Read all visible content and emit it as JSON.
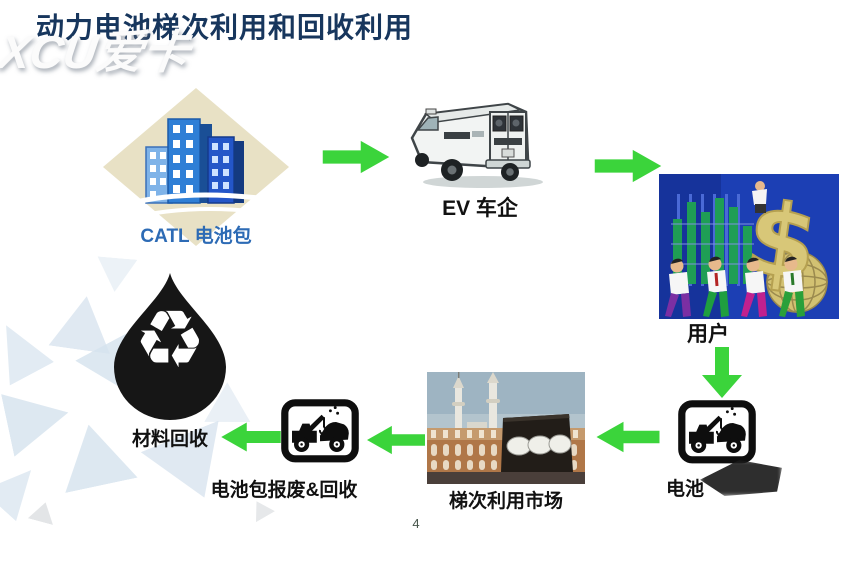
{
  "page": {
    "title": "动力电池梯次利用和回收利用",
    "watermark": "XCU爱卡",
    "page_number": "4"
  },
  "colors": {
    "title_navy": "#17365d",
    "arrow_green": "#3bd43b",
    "catl_label_blue": "#2d6bb5",
    "diamond_beige": "#e8e1c5",
    "droplet_black": "#161616",
    "users_photo_blue": "#1c3fb4",
    "background_triangles": "#d5e2ee"
  },
  "nodes": {
    "catl": {
      "label": "CATL 电池包",
      "icon": "city-buildings-icon"
    },
    "ev": {
      "label": "EV 车企",
      "icon": "delivery-van-sketch"
    },
    "users": {
      "label": "用户",
      "icon": "business-people-dollar-photo"
    },
    "battery_pack": {
      "label": "电池",
      "icon": "tow-truck-icon"
    },
    "market": {
      "label": "梯次利用市场",
      "icon": "kaaba-market-photo"
    },
    "scrap": {
      "label": "电池包报废&回收",
      "icon": "tow-truck-icon"
    },
    "material": {
      "label": "材料回收",
      "icon": "recycle-droplet-icon"
    }
  },
  "flow": [
    {
      "from": "catl",
      "to": "ev",
      "direction": "right"
    },
    {
      "from": "ev",
      "to": "users",
      "direction": "right"
    },
    {
      "from": "users",
      "to": "battery_pack",
      "direction": "down"
    },
    {
      "from": "battery_pack",
      "to": "market",
      "direction": "left"
    },
    {
      "from": "market",
      "to": "scrap",
      "direction": "left"
    },
    {
      "from": "scrap",
      "to": "material",
      "direction": "left"
    }
  ]
}
